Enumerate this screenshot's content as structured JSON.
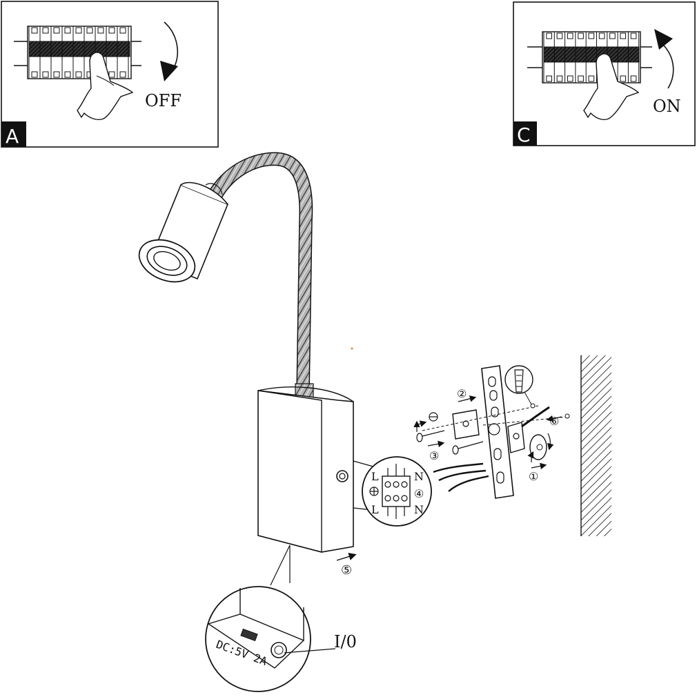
{
  "panels": {
    "a": {
      "letter": "A",
      "switch_label": "OFF"
    },
    "c": {
      "letter": "C",
      "switch_label": "ON"
    }
  },
  "steps": {
    "s1": "①",
    "s2": "②",
    "s3": "③",
    "s4": "④",
    "s5": "⑤",
    "s6": "⑥"
  },
  "terminal": {
    "top_left": "L",
    "top_right": "N",
    "bottom_left": "L",
    "bottom_right": "N"
  },
  "switch_detail": {
    "spec": "DC:5V 2A",
    "switch_label": "I/0"
  },
  "colors": {
    "ink": "#111111",
    "panel_letter_bg": "#111111",
    "paper": "#ffffff"
  }
}
